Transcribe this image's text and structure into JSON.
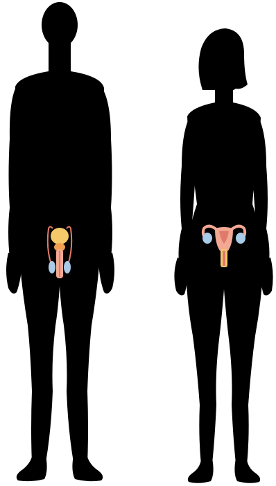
{
  "figures": [
    {
      "id": "male",
      "silhouette_color": "#000000",
      "organ": "male-reproductive-system"
    },
    {
      "id": "female",
      "silhouette_color": "#000000",
      "organ": "female-reproductive-system"
    }
  ],
  "colors": {
    "background": "#ffffff",
    "silhouette": "#000000",
    "organ_orange": "#f0a050",
    "organ_pink": "#f2a893",
    "organ_dark_pink": "#e07a6a",
    "organ_blue": "#a9cbe8",
    "organ_yellow": "#f5c96a"
  }
}
